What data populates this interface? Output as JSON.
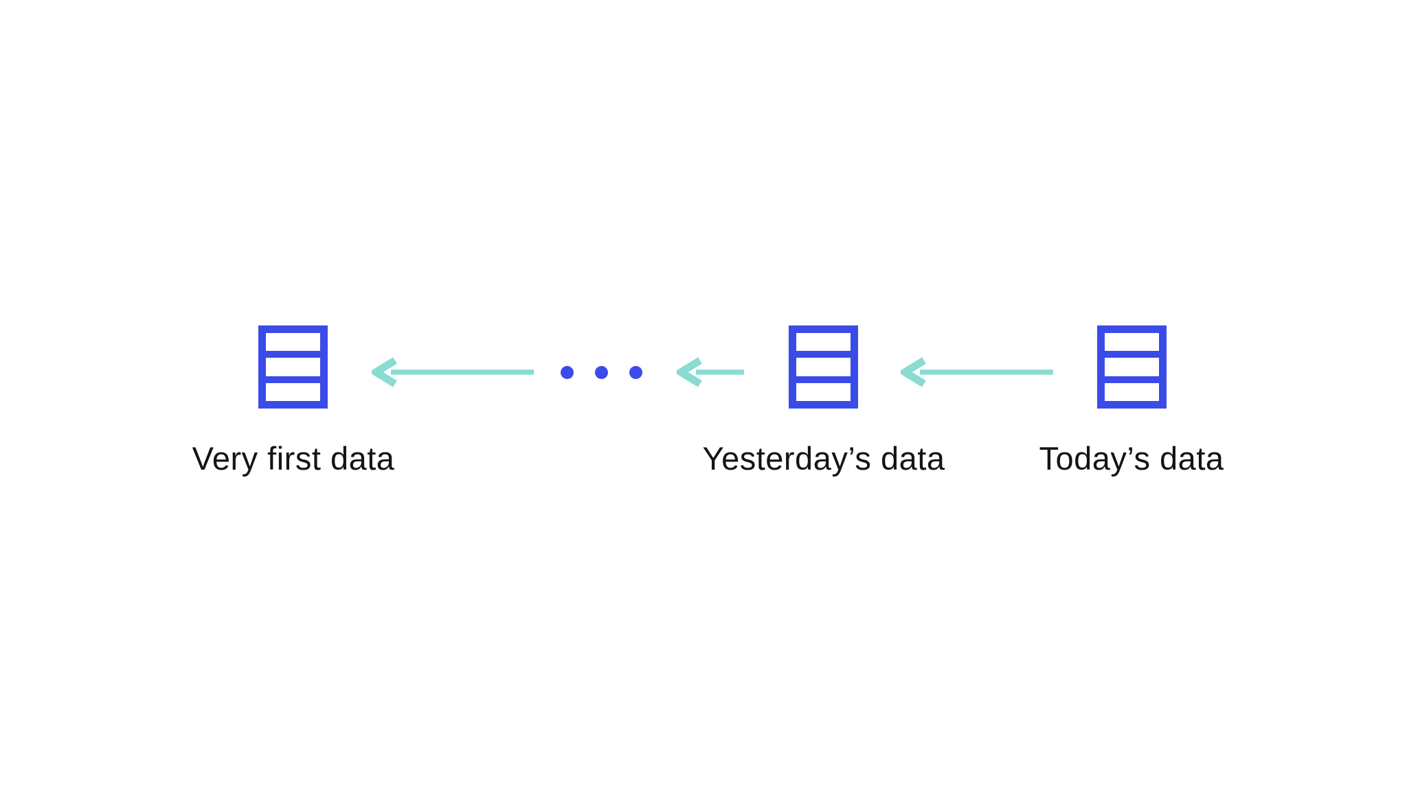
{
  "theme": {
    "background": "#ffffff",
    "node_blue": "#3b4be8",
    "arrow_teal": "#8adbd2",
    "text_color": "#141414"
  },
  "diagram": {
    "description_type": "data-lineage-timeline",
    "nodes": [
      {
        "id": "very-first-data",
        "label": "Very first data"
      },
      {
        "id": "yesterdays-data",
        "label": "Yesterday’s data"
      },
      {
        "id": "todays-data",
        "label": "Today’s data"
      }
    ],
    "arrows": {
      "direction": "left",
      "count": 3
    },
    "ellipsis": {
      "dot_count": 3
    }
  }
}
